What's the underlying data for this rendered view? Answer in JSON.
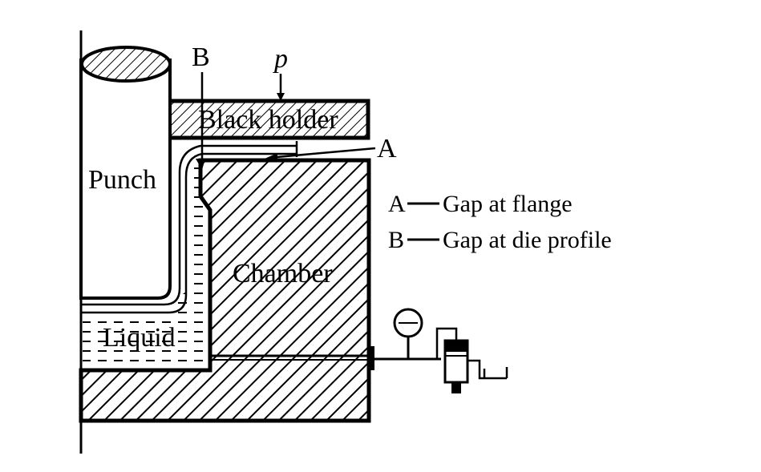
{
  "labels": {
    "punch": "Punch",
    "blank_holder": "Black holder",
    "chamber": "Chamber",
    "liquid": "Liquid",
    "pressure": "p",
    "marker_a": "A",
    "marker_b": "B"
  },
  "legend": [
    {
      "key": "A",
      "text": "Gap at flange"
    },
    {
      "key": "B",
      "text": "Gap at die profile"
    }
  ]
}
